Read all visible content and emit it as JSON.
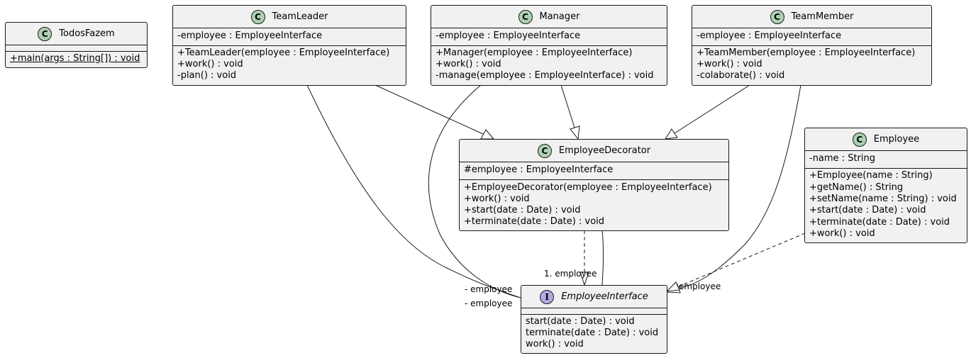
{
  "classes": {
    "todosfazem": {
      "name": "TodosFazem",
      "stereotype": "C",
      "fields": [],
      "methods": [
        "+main(args : String[]) : void"
      ]
    },
    "teamleader": {
      "name": "TeamLeader",
      "stereotype": "C",
      "fields": [
        "-employee : EmployeeInterface"
      ],
      "methods": [
        "+TeamLeader(employee : EmployeeInterface)",
        "+work() : void",
        "-plan() : void"
      ]
    },
    "manager": {
      "name": "Manager",
      "stereotype": "C",
      "fields": [
        "-employee : EmployeeInterface"
      ],
      "methods": [
        "+Manager(employee : EmployeeInterface)",
        "+work() : void",
        "-manage(employee : EmployeeInterface) : void"
      ]
    },
    "teammember": {
      "name": "TeamMember",
      "stereotype": "C",
      "fields": [
        "-employee : EmployeeInterface"
      ],
      "methods": [
        "+TeamMember(employee : EmployeeInterface)",
        "+work() : void",
        "-colaborate() : void"
      ]
    },
    "decorator": {
      "name": "EmployeeDecorator",
      "stereotype": "C",
      "fields": [
        "#employee : EmployeeInterface"
      ],
      "methods": [
        "+EmployeeDecorator(employee : EmployeeInterface)",
        "+work() : void",
        "+start(date : Date) : void",
        "+terminate(date : Date) : void"
      ]
    },
    "employee": {
      "name": "Employee",
      "stereotype": "C",
      "fields": [
        "-name : String"
      ],
      "methods": [
        "+Employee(name : String)",
        "+getName() : String",
        "+setName(name : String) : void",
        "+start(date : Date) : void",
        "+terminate(date : Date) : void",
        "+work() : void"
      ]
    },
    "interface": {
      "name": "EmployeeInterface",
      "stereotype": "I",
      "fields": [],
      "methods": [
        "start(date : Date) : void",
        "terminate(date : Date) : void",
        "work() : void"
      ]
    }
  },
  "labels": {
    "teamleader_role": "- employee",
    "manager_role": "- employee",
    "decorator_role": "1. employee",
    "teammember_role": "employee"
  }
}
